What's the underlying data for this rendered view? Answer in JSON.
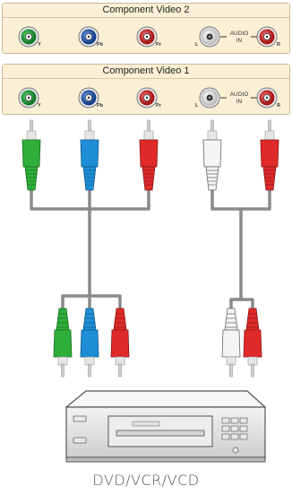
{
  "panels": [
    {
      "title": "Component Video 2",
      "video_jacks": [
        {
          "letter": "Y",
          "color": "#1f9a3c"
        },
        {
          "letter": "Pb",
          "color": "#1e5fb0"
        },
        {
          "letter": "Pr",
          "color": "#d02828"
        }
      ],
      "audio": {
        "left": "L",
        "right": "R",
        "label_top": "AUDIO",
        "label_bottom": "IN"
      }
    },
    {
      "title": "Component Video 1",
      "video_jacks": [
        {
          "letter": "Y",
          "color": "#1f9a3c"
        },
        {
          "letter": "Pb",
          "color": "#1e5fb0"
        },
        {
          "letter": "Pr",
          "color": "#d02828"
        }
      ],
      "audio": {
        "left": "L",
        "right": "R",
        "label_top": "AUDIO",
        "label_bottom": "IN"
      }
    }
  ],
  "colors": {
    "green": "#2fae3a",
    "blue": "#1e8fd6",
    "red": "#e02a2a",
    "white": "#f4f4f4",
    "cable": "#8a8a8a"
  },
  "device": {
    "icon": "dvd-player-icon",
    "caption": "DVD/VCR/VCD"
  }
}
